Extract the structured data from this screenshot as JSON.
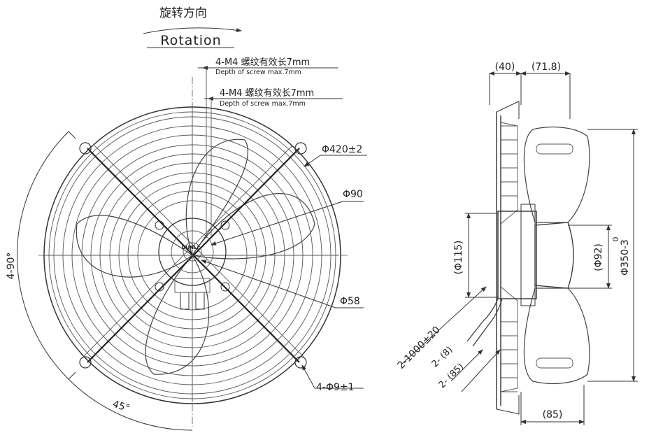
{
  "header": {
    "rotation_cn": "旋转方向",
    "rotation_en": "Rotation"
  },
  "screw_notes": [
    {
      "cn": "4-M4 螺纹有效长7mm",
      "en": "Depth of screw max.7mm"
    },
    {
      "cn": "4-M4 螺纹有效长7mm",
      "en": "Depth of screw max.7mm"
    }
  ],
  "front_view": {
    "guard_diameter": "Φ420±2",
    "hub_diameter": "Φ90",
    "inner_diameter": "Φ58",
    "mount_holes": "4-Φ9±1",
    "angle_4x90": "4-90°",
    "angle_45": "45°",
    "logo": "DUNLI"
  },
  "side_view": {
    "dim_40": "(40)",
    "dim_71_8": "(71.8)",
    "dim_115": "(Φ115)",
    "dim_92": "(Φ92)",
    "dim_350": "Φ350-3",
    "dim_350_tol": "0",
    "cable_length": "2-1000±20",
    "cable_8": "2- (8)",
    "cable_85": "2- (85)",
    "dim_85_bottom": "(85)"
  }
}
